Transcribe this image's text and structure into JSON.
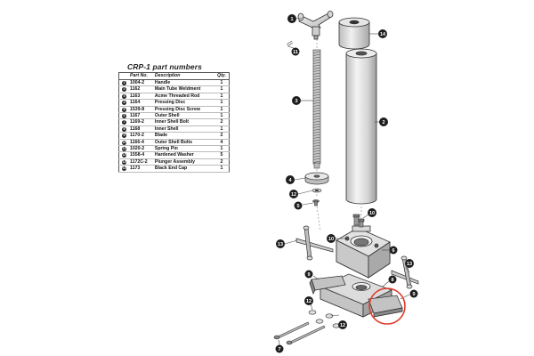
{
  "parts_table": {
    "title": "CRP-1 part numbers",
    "headers": {
      "part_no": "Part No.",
      "description": "Description",
      "qty": "Qty."
    },
    "rows": [
      {
        "key": "1",
        "part_no": "1004-2",
        "description": "Handle",
        "qty": "1"
      },
      {
        "key": "2",
        "part_no": "1162",
        "description": "Main Tube Weldment",
        "qty": "1"
      },
      {
        "key": "3",
        "part_no": "1163",
        "description": "Acme Threaded Rod",
        "qty": "1"
      },
      {
        "key": "4",
        "part_no": "1164",
        "description": "Pressing Disc",
        "qty": "1"
      },
      {
        "key": "5",
        "part_no": "1539-8",
        "description": "Pressing Disc Screw",
        "qty": "1"
      },
      {
        "key": "6",
        "part_no": "1167",
        "description": "Outer Shell",
        "qty": "1"
      },
      {
        "key": "7",
        "part_no": "1169-2",
        "description": "Inner Shell Bolt",
        "qty": "2"
      },
      {
        "key": "8",
        "part_no": "1168",
        "description": "Inner Shell",
        "qty": "1"
      },
      {
        "key": "9",
        "part_no": "1170-2",
        "description": "Blade",
        "qty": "2"
      },
      {
        "key": "10",
        "part_no": "1166-4",
        "description": "Outer Shell Bolts",
        "qty": "4"
      },
      {
        "key": "11",
        "part_no": "1020-2",
        "description": "Spring Pin",
        "qty": "1"
      },
      {
        "key": "12",
        "part_no": "1558-4",
        "description": "Hardened Washer",
        "qty": "5"
      },
      {
        "key": "13",
        "part_no": "1172C-2",
        "description": "Plunger Assembly",
        "qty": "2"
      },
      {
        "key": "14",
        "part_no": "1173",
        "description": "Black End Cap",
        "qty": "1"
      }
    ]
  },
  "callouts": {
    "handle": "1",
    "end_cap": "14",
    "spring_pin": "11",
    "threaded_rod": "3",
    "main_tube": "2",
    "pressing_disc": "4",
    "washer_top": "12",
    "disc_screw": "5",
    "outer_bolts": "10",
    "outer_shell_ref": "10",
    "plunger_left": "13",
    "outer_shell": "6",
    "plunger_right": "13",
    "blade_left": "9",
    "inner_shell": "8",
    "blade_right": "9",
    "washer_bottom_a": "12",
    "washer_bottom_b": "12",
    "inner_bolt": "7"
  },
  "colors": {
    "ink": "#222222",
    "highlight_circle": "#e23a2a",
    "callout_fill": "#1e1e1e",
    "callout_text": "#ffffff"
  }
}
